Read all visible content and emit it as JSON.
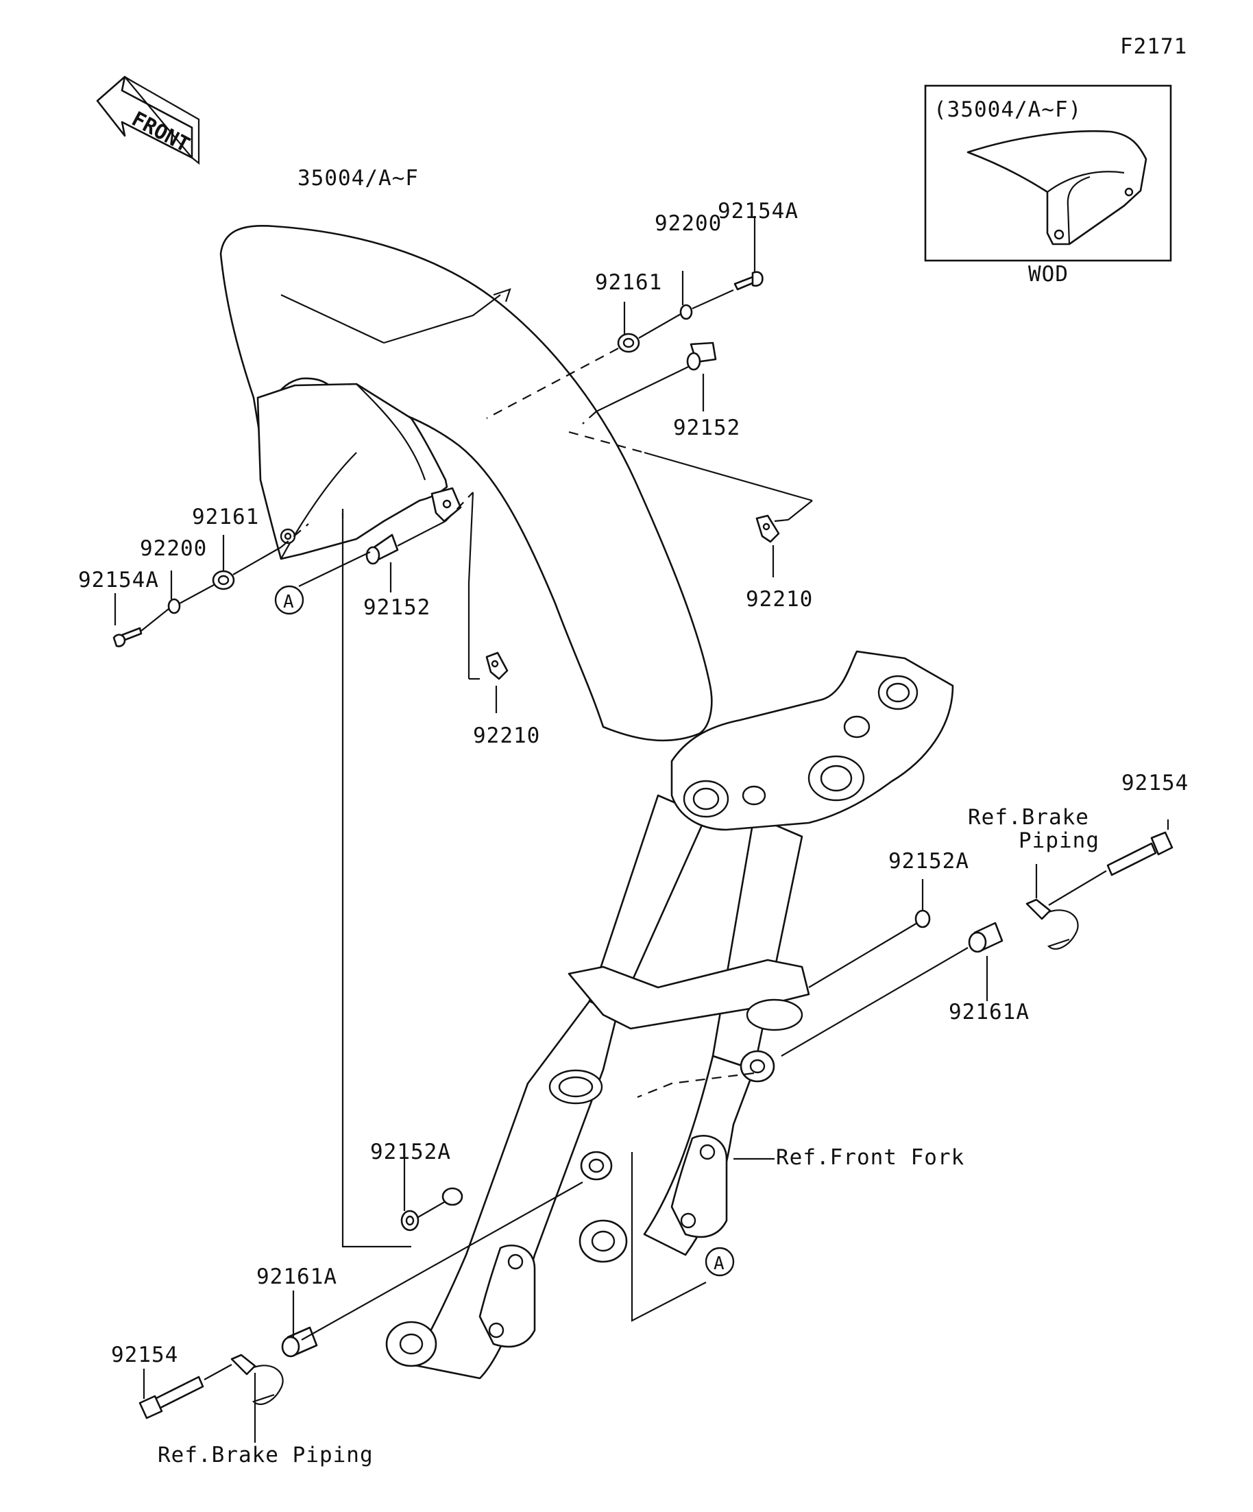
{
  "figure_code": "F2171",
  "front_arrow_label": "FRONT",
  "inset": {
    "caption": "(35004/A~F)",
    "variant_label": "WOD"
  },
  "part_labels": {
    "fender": "35004/A~F",
    "bolt_right": "92154A",
    "washer_right": "92200",
    "grommet_right": "92161",
    "collar_right": "92152",
    "nut_right": "92210",
    "bolt_left": "92154A",
    "washer_left": "92200",
    "grommet_left": "92161",
    "collar_left": "92152",
    "nut_left": "92210",
    "bolt_lower_right": "92154",
    "collar_lower_right": "92152A",
    "grommet_lower_right": "92161A",
    "collar_lower_left": "92152A",
    "grommet_lower_left": "92161A",
    "bolt_lower_left": "92154"
  },
  "reference_labels": {
    "brake_piping_right": [
      "Ref.Brake",
      "Piping"
    ],
    "front_fork": "Ref.Front Fork",
    "brake_piping_left": "Ref.Brake Piping"
  },
  "callout_marker": "A"
}
